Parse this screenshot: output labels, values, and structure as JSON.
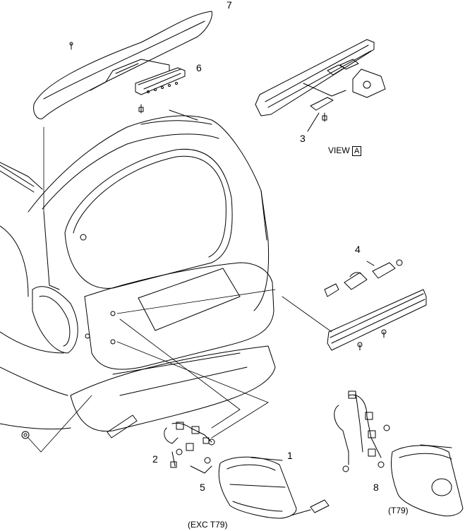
{
  "callouts": {
    "c1": "1",
    "c2": "2",
    "c3": "3",
    "c4": "4",
    "c5": "5",
    "c6": "6",
    "c7": "7",
    "c8": "8"
  },
  "captions": {
    "view_prefix": "VIEW",
    "view_letter": "A",
    "exc_t79": "(EXC T79)",
    "t79": "(T79)"
  }
}
